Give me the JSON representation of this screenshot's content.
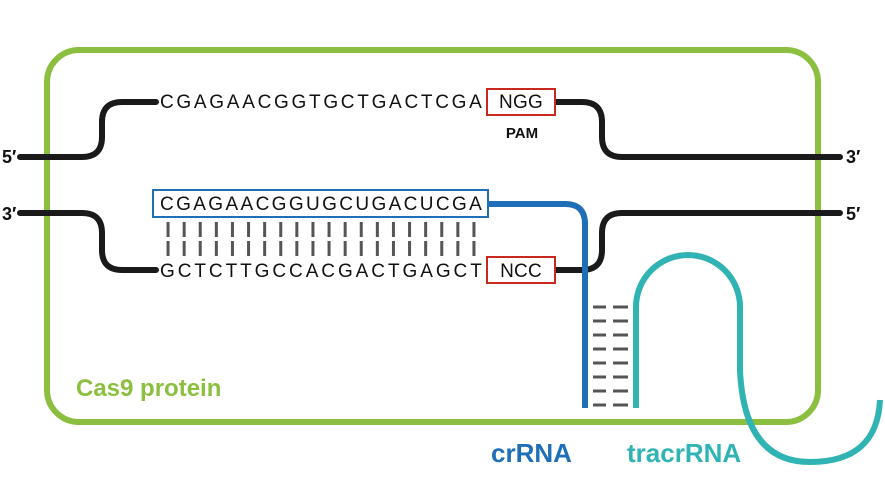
{
  "colors": {
    "cas9": "#8cbf3f",
    "dna": "#1a1a1a",
    "crrna": "#1f6fb8",
    "tracrrna": "#2fb3b3",
    "pam_box": "#c8281e",
    "pairing": "#555555"
  },
  "top_strand": {
    "left_end": "5′",
    "right_end": "3′",
    "sequence": "CGAGAACGGTGCTGACTCGA",
    "pam_sequence": "NGG",
    "pam_label": "PAM"
  },
  "bottom_strand": {
    "left_end": "3′",
    "right_end": "5′",
    "sequence": "GCTCTTGCCACGACTGAGCT",
    "pam_complement": "NCC"
  },
  "guide": {
    "sequence": "CGAGAACGGUGCUGACUCGA"
  },
  "labels": {
    "cas9": "Cas9 protein",
    "crrna": "crRNA",
    "tracrrna": "tracrRNA"
  }
}
